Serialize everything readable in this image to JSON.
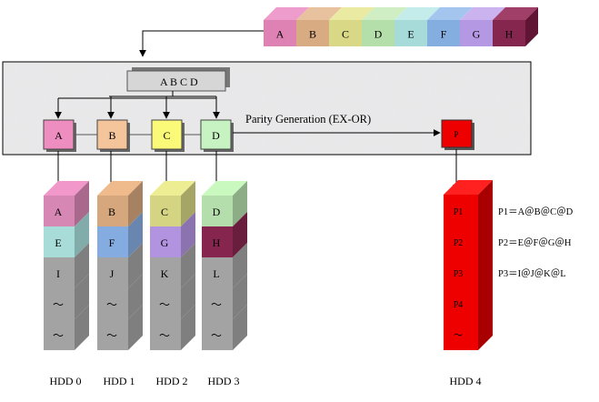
{
  "input_stripe": {
    "cells": [
      {
        "label": "A",
        "front": "#dd82b2",
        "top": "#ee9ccc",
        "side": "#b8628f"
      },
      {
        "label": "B",
        "front": "#d9ab82",
        "top": "#e8c29e",
        "side": "#b4885f"
      },
      {
        "label": "C",
        "front": "#d8d887",
        "top": "#eaeaa2",
        "side": "#b5b566"
      },
      {
        "label": "D",
        "front": "#b5dfaa",
        "top": "#cfeec4",
        "side": "#8fbd84"
      },
      {
        "label": "E",
        "front": "#a6dbd9",
        "top": "#c3ecea",
        "side": "#83b8b6"
      },
      {
        "label": "F",
        "front": "#85aee0",
        "top": "#a4c5ee",
        "side": "#628bbd"
      },
      {
        "label": "G",
        "front": "#b598e3",
        "top": "#cab3ef",
        "side": "#9276c2"
      },
      {
        "label": "H",
        "front": "#85264f",
        "top": "#a04068",
        "side": "#5f1533"
      }
    ]
  },
  "controller": {
    "buffer_label": "A B C D",
    "parity_text": "Parity Generation (EX-OR)",
    "blocks": [
      {
        "label": "A",
        "color": "#ee8ec0"
      },
      {
        "label": "B",
        "color": "#f4c49a"
      },
      {
        "label": "C",
        "color": "#fafa78"
      },
      {
        "label": "D",
        "color": "#c7f3c2"
      }
    ],
    "parity_block": {
      "label": "P",
      "color": "#ee0000"
    }
  },
  "disks": [
    {
      "label": "HDD 0",
      "cells": [
        {
          "text": "A",
          "color": "#d787b4"
        },
        {
          "text": "E",
          "color": "#a7dcd9"
        },
        {
          "text": "I",
          "color": "#a3a3a3"
        },
        {
          "text": "～",
          "color": "#a3a3a3"
        },
        {
          "text": "～",
          "color": "#a3a3a3"
        }
      ]
    },
    {
      "label": "HDD 1",
      "cells": [
        {
          "text": "B",
          "color": "#d6a77d"
        },
        {
          "text": "F",
          "color": "#85ace0"
        },
        {
          "text": "J",
          "color": "#a3a3a3"
        },
        {
          "text": "～",
          "color": "#a3a3a3"
        },
        {
          "text": "～",
          "color": "#a3a3a3"
        }
      ]
    },
    {
      "label": "HDD 2",
      "cells": [
        {
          "text": "C",
          "color": "#d4d483"
        },
        {
          "text": "G",
          "color": "#b293e0"
        },
        {
          "text": "K",
          "color": "#a3a3a3"
        },
        {
          "text": "～",
          "color": "#a3a3a3"
        },
        {
          "text": "～",
          "color": "#a3a3a3"
        }
      ]
    },
    {
      "label": "HDD 3",
      "cells": [
        {
          "text": "D",
          "color": "#b4deab"
        },
        {
          "text": "H",
          "color": "#86264f"
        },
        {
          "text": "L",
          "color": "#a3a3a3"
        },
        {
          "text": "～",
          "color": "#a3a3a3"
        },
        {
          "text": "～",
          "color": "#a3a3a3"
        }
      ]
    }
  ],
  "parity_disk": {
    "label": "HDD 4",
    "color": "#ee0000",
    "cells": [
      "P1",
      "P2",
      "P3",
      "P4",
      "～"
    ],
    "formulas": [
      "P1＝A＠B＠C＠D",
      "P2＝E＠F＠G＠H",
      "P3＝I＠J＠K＠L"
    ]
  }
}
